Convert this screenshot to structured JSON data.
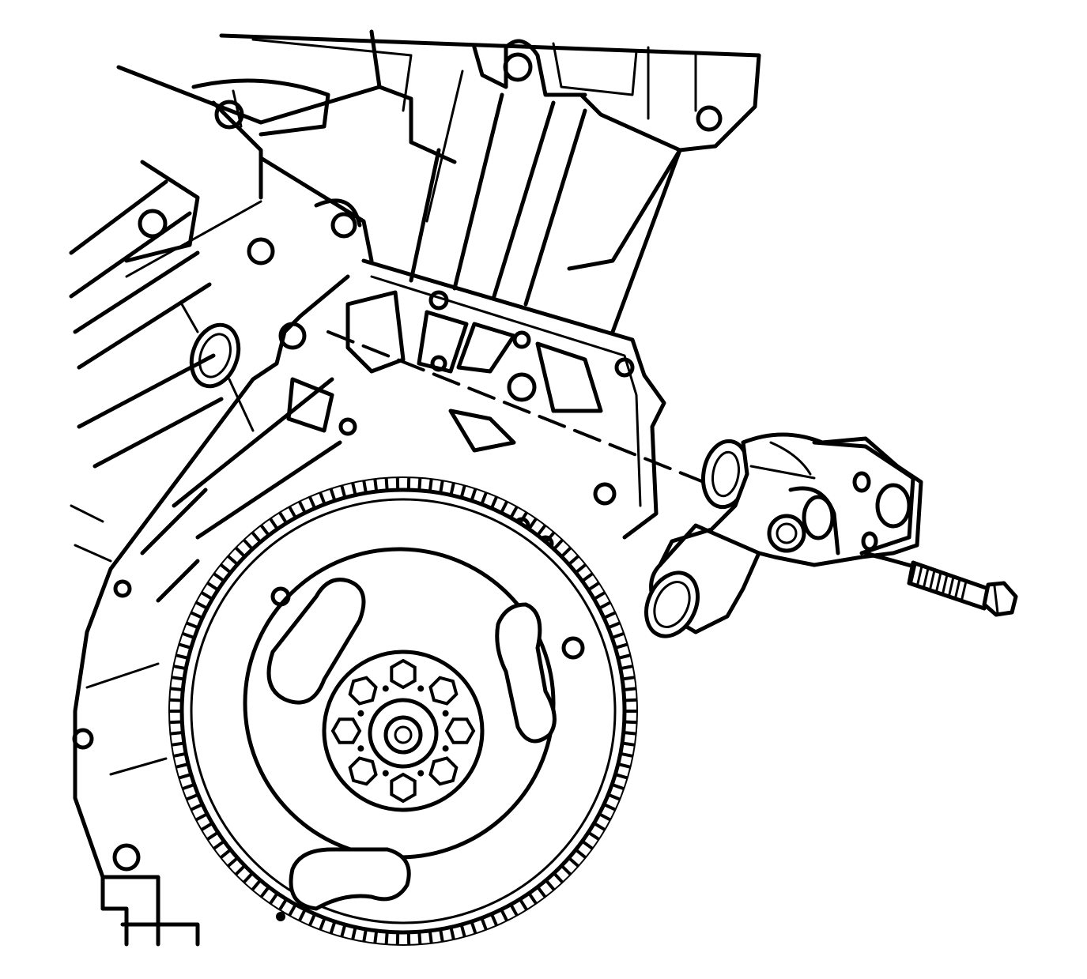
{
  "diagram": {
    "colors": {
      "line": "#000000",
      "background": "#ffffff"
    },
    "parts": [
      {
        "id": "engine-block",
        "kind": "assembly"
      },
      {
        "id": "flywheel",
        "kind": "assembly"
      },
      {
        "id": "thermostat-housing",
        "kind": "component"
      },
      {
        "id": "housing-bolt",
        "kind": "fastener"
      }
    ],
    "flywheel": {
      "bolt_count": 8,
      "ring_gear_teeth": 130
    }
  }
}
